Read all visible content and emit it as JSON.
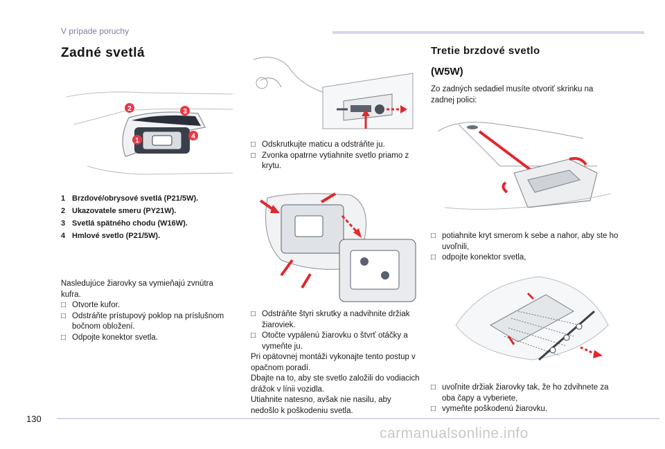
{
  "header": {
    "section_label": "V prípade poruchy"
  },
  "left": {
    "title": "Zadné svetlá",
    "callouts": [
      "1",
      "2",
      "3",
      "4"
    ],
    "legend": [
      {
        "num": "1",
        "text": "Brzdové/obrysové svetlá (P21/5W)."
      },
      {
        "num": "2",
        "text": "Ukazovatele smeru (PY21W)."
      },
      {
        "num": "3",
        "text": "Svetlá spätného chodu (W16W)."
      },
      {
        "num": "4",
        "text": "Hmlové svetlo (P21/5W)."
      }
    ],
    "intro_line1": "Nasledujúce žiarovky sa vymieňajú zvnútra",
    "intro_line2": "kufra.",
    "bullets": [
      "Otvorte kufor.",
      "Odstráňte prístupový poklop na príslušnom bočnom obložení.",
      "Odpojte konektor svetla."
    ]
  },
  "middle": {
    "bullets_top": [
      "Odskrutkujte maticu a odstráňte ju.",
      "Zvonka opatrne vytiahnite svetlo priamo z krytu."
    ],
    "bullets_bottom": [
      "Odstráňte štyri skrutky a nadvihnite držiak žiaroviek.",
      "Otočte vypálenú žiarovku o štvrť otáčky a vymeňte ju."
    ],
    "note_lines": [
      "Pri opätovnej montáži vykonajte tento postup v",
      "opačnom poradí.",
      "Dbajte na to, aby ste svetlo založili do vodiacich",
      "drážok v línii vozidla.",
      "Utiahnite natesno, avšak nie nasilu, aby",
      "nedošlo k poškodeniu svetla."
    ]
  },
  "right": {
    "title": "Tretie brzdové svetlo",
    "subtitle": "(W5W)",
    "intro": "Zo zadných sedadiel musíte otvoriť skrinku na zadnej polici:",
    "bullets_top": [
      "potiahnite kryt smerom k sebe a nahor, aby ste ho uvoľnili,",
      "odpojte konektor svetla,"
    ],
    "bullets_bottom": [
      "uvoľnite držiak žiarovky tak, že ho zdvihnete za oba čapy a vyberiete,",
      "vymeňte poškodenú žiarovku."
    ]
  },
  "footer": {
    "page_number": "130",
    "watermark": "carmanualsonline.info"
  },
  "colors": {
    "accent": "#e63946",
    "arrow": "#e0282e",
    "line_art": "#9aa0a8",
    "bar": "#d4d7e9",
    "section_label": "#7a7f99"
  },
  "icons": {
    "bullet": "square-bullet-icon"
  }
}
